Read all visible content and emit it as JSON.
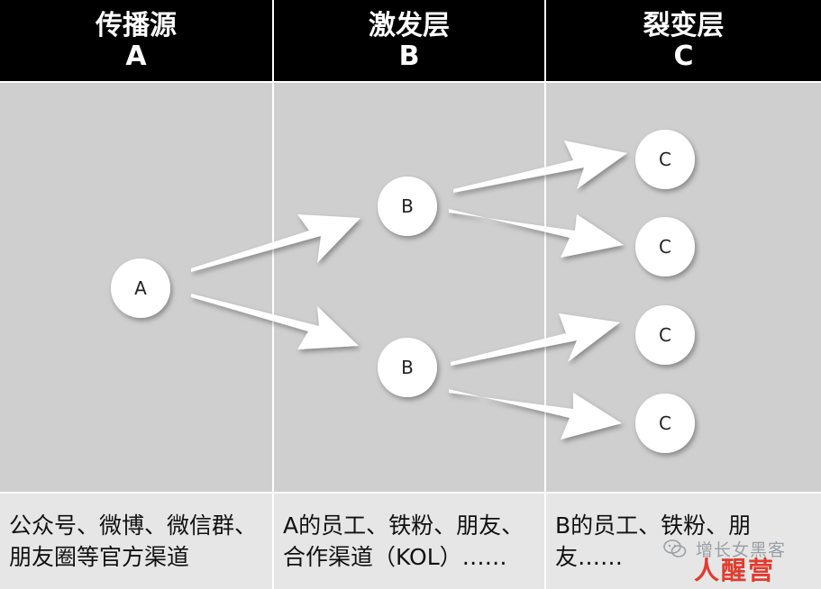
{
  "columns": [
    {
      "title": "传播源",
      "letter": "A"
    },
    {
      "title": "激发层",
      "letter": "B"
    },
    {
      "title": "裂变层",
      "letter": "C"
    }
  ],
  "nodes": {
    "a": "A",
    "b1": "B",
    "b2": "B",
    "c1": "C",
    "c2": "C",
    "c3": "C",
    "c4": "C"
  },
  "descriptions": [
    {
      "line1": "公众号、微博、微信群、",
      "line2": "朋友圈等官方渠道"
    },
    {
      "line1": "A的员工、铁粉、朋友、",
      "line2": "合作渠道（KOL）……"
    },
    {
      "line1": "B的员工、铁粉、朋",
      "line2": "友……"
    }
  ],
  "watermark": {
    "text": "增长女黑客",
    "logo": "人醒营"
  }
}
